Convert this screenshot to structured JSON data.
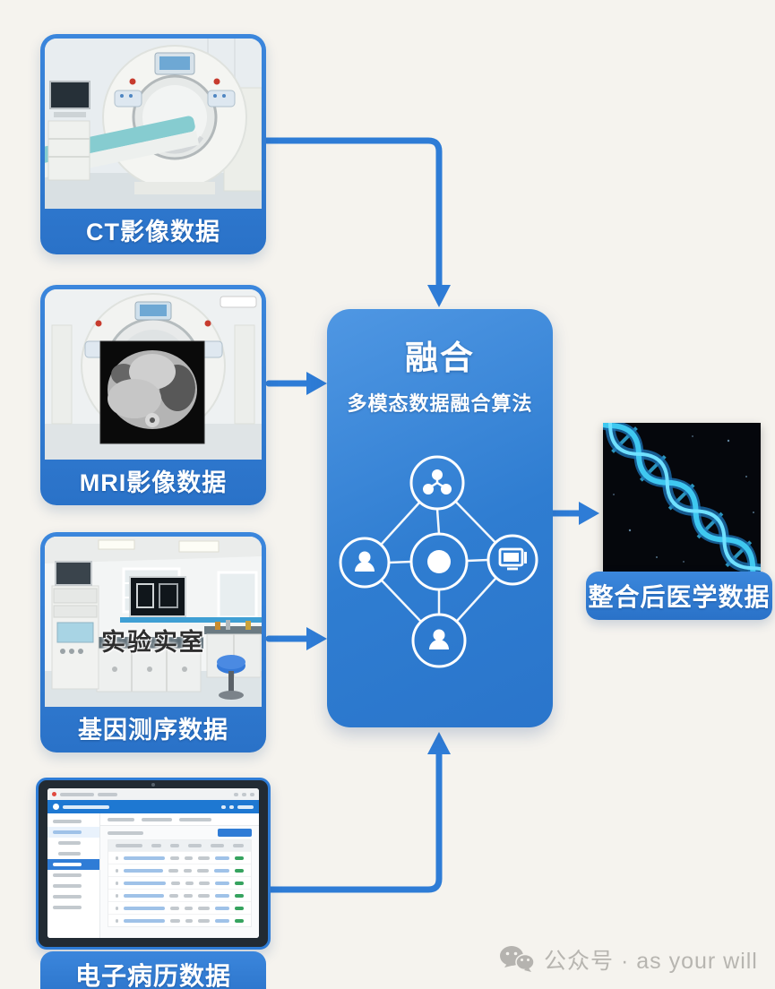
{
  "canvas": {
    "background": "#f5f3ee",
    "accent_blue": "#2e7cd6"
  },
  "cards": [
    {
      "id": "ct",
      "label": "CT影像数据",
      "image": "ct-scanner-photo"
    },
    {
      "id": "mri",
      "label": "MRI影像数据",
      "image": "mri-scanner-with-chest-scan-photo"
    },
    {
      "id": "gene",
      "label": "基因测序数据",
      "image": "laboratory-photo",
      "overlay_text": "实验实室"
    },
    {
      "id": "emr",
      "label": "电子病历数据",
      "image": "emr-laptop-screenshot"
    }
  ],
  "fusion": {
    "title": "融合",
    "subtitle": "多模态数据融合算法",
    "node_icons": [
      "molecule-icon",
      "person-icon",
      "hub-dot-icon",
      "monitor-icon",
      "person-icon"
    ],
    "gradient": [
      "#4f97e3",
      "#2a75cb"
    ]
  },
  "output": {
    "label": "整合后医学数据",
    "image": "dna-helix-image"
  },
  "watermark": {
    "icon": "wechat-icon",
    "text": "公众号 · as your will",
    "color": "#b7b5b0"
  },
  "colors": {
    "arrow": "#2e7cd6",
    "label_band": "#2e7cd6",
    "table_green": "#36a35f",
    "table_link": "#3c82d9",
    "dna_glow": "#3fc8f0"
  }
}
